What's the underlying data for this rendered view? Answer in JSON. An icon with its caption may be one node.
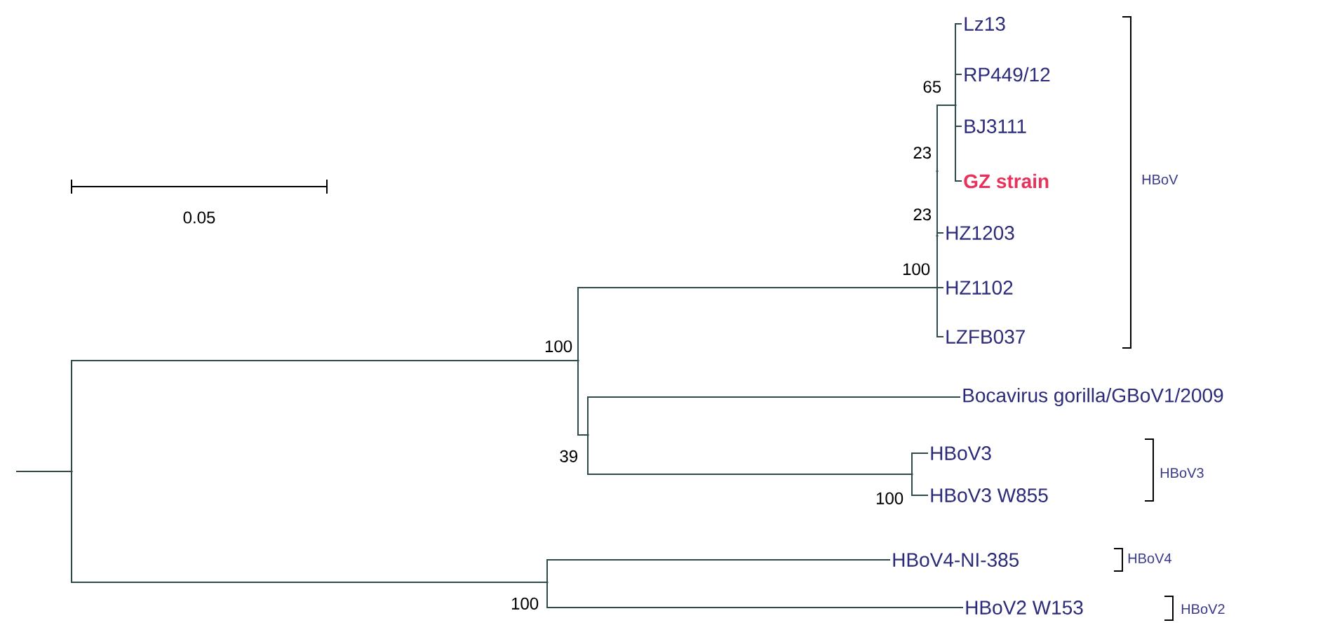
{
  "diagram": {
    "nodes": [
      {
        "text": [],
        "shape": "point"
      },
      {
        "text": [],
        "shape": "point",
        "beside": [
          "100"
        ]
      },
      {
        "text": [],
        "shape": "point",
        "beside": [
          "100"
        ]
      },
      {
        "text": [],
        "shape": "point",
        "beside": [
          "23"
        ]
      },
      {
        "text": [],
        "shape": "point",
        "beside": [
          "23"
        ]
      },
      {
        "text": [],
        "shape": "point",
        "beside": [
          "65"
        ]
      },
      {
        "text": [
          "Lz13"
        ]
      },
      {
        "text": [
          "RP449/12"
        ]
      },
      {
        "text": [
          "BJ3111"
        ]
      },
      {
        "text": [
          "GZ strain"
        ]
      },
      {
        "text": [
          "HZ1203"
        ]
      },
      {
        "text": [
          "HZ1102"
        ]
      },
      {
        "text": [
          "LZFB037"
        ]
      },
      {
        "text": [],
        "shape": "point",
        "beside": [
          "39"
        ]
      },
      {
        "text": [
          "Bocavirus gorilla/GBoV1/2009"
        ]
      },
      {
        "text": [],
        "shape": "point",
        "beside": [
          "100"
        ]
      },
      {
        "text": [
          "HBoV3"
        ]
      },
      {
        "text": [
          "HBoV3 W855"
        ]
      },
      {
        "text": [],
        "shape": "point",
        "beside": [
          "100"
        ]
      },
      {
        "text": [
          "HBoV4-NI-385"
        ]
      },
      {
        "text": [
          "HBoV2 W153"
        ]
      }
    ],
    "edges": [
      {
        "from": null,
        "to": 0,
        "arrow": "none"
      },
      {
        "from": 0,
        "to": 1,
        "arrow": "none"
      },
      {
        "from": 0,
        "to": 18,
        "arrow": "none"
      },
      {
        "from": 1,
        "to": 2,
        "arrow": "none"
      },
      {
        "from": 1,
        "to": 13,
        "arrow": "none"
      },
      {
        "from": 2,
        "to": 3,
        "arrow": "none"
      },
      {
        "from": 2,
        "to": 11,
        "arrow": "none"
      },
      {
        "from": 2,
        "to": 12,
        "arrow": "none"
      },
      {
        "from": 3,
        "to": 4,
        "arrow": "none"
      },
      {
        "from": 3,
        "to": 10,
        "arrow": "none"
      },
      {
        "from": 4,
        "to": 5,
        "arrow": "none"
      },
      {
        "from": 5,
        "to": 6,
        "arrow": "none"
      },
      {
        "from": 5,
        "to": 7,
        "arrow": "none"
      },
      {
        "from": 5,
        "to": 8,
        "arrow": "none"
      },
      {
        "from": 5,
        "to": 9,
        "arrow": "none"
      },
      {
        "from": 13,
        "to": 14,
        "arrow": "none"
      },
      {
        "from": 13,
        "to": 15,
        "arrow": "none"
      },
      {
        "from": 15,
        "to": 16,
        "arrow": "none"
      },
      {
        "from": 15,
        "to": 17,
        "arrow": "none"
      },
      {
        "from": 18,
        "to": 19,
        "arrow": "none"
      },
      {
        "from": 18,
        "to": 20,
        "arrow": "none"
      }
    ],
    "labels": [
      "0.05",
      "HBoV",
      "HBoV3",
      "HBoV4",
      "HBoV2"
    ]
  }
}
